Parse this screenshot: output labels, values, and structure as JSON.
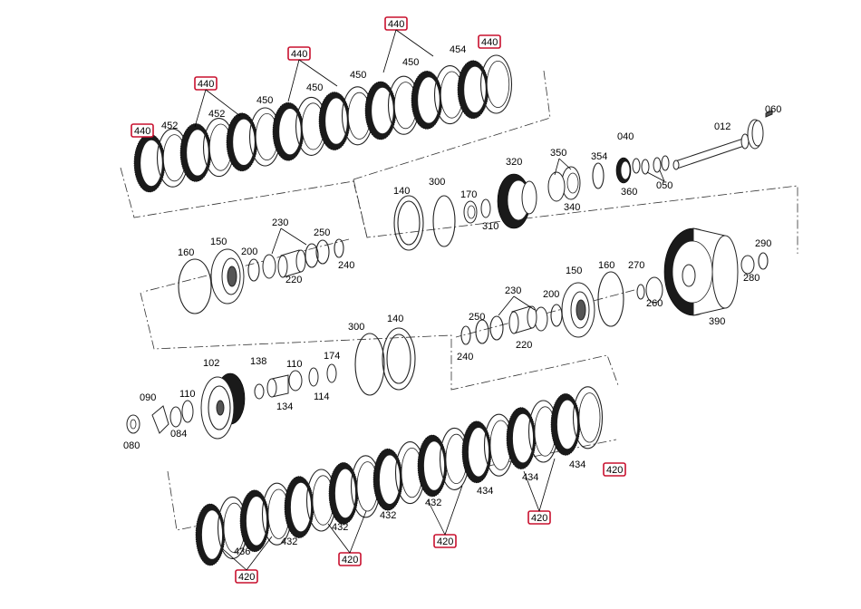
{
  "labels": {
    "l440a": "440",
    "l452a": "452",
    "l440b": "440",
    "l452b": "452",
    "l450a": "450",
    "l440c": "440",
    "l450b": "450",
    "l450c": "450",
    "l440d": "440",
    "l450d": "450",
    "l454": "454",
    "l440e": "440",
    "l012": "012",
    "l060": "060",
    "l040": "040",
    "l050": "050",
    "l360": "360",
    "l354": "354",
    "l350": "350",
    "l340": "340",
    "l320": "320",
    "l310": "310",
    "l170": "170",
    "l300a": "300",
    "l140a": "140",
    "l160a": "160",
    "l150a": "150",
    "l200a": "200",
    "l230a": "230",
    "l220a": "220",
    "l250a": "250",
    "l240a": "240",
    "l290": "290",
    "l280": "280",
    "l270": "270",
    "l260": "260",
    "l390": "390",
    "l160b": "160",
    "l150b": "150",
    "l200b": "200",
    "l230b": "230",
    "l220b": "220",
    "l250b": "250",
    "l240b": "240",
    "l300b": "300",
    "l140b": "140",
    "l174": "174",
    "l110a": "110",
    "l114": "114",
    "l138": "138",
    "l134": "134",
    "l102": "102",
    "l110b": "110",
    "l090": "090",
    "l084": "084",
    "l080": "080",
    "l420a": "420",
    "l434a": "434",
    "l434b": "434",
    "l420b": "420",
    "l434c": "434",
    "l432a": "432",
    "l420c": "420",
    "l432b": "432",
    "l432c": "432",
    "l420d": "420",
    "l432d": "432",
    "l436": "436",
    "l420e": "420"
  },
  "colors": {
    "highlight": "#c8102e",
    "line": "#222222",
    "friction": "#1a1a1a"
  }
}
